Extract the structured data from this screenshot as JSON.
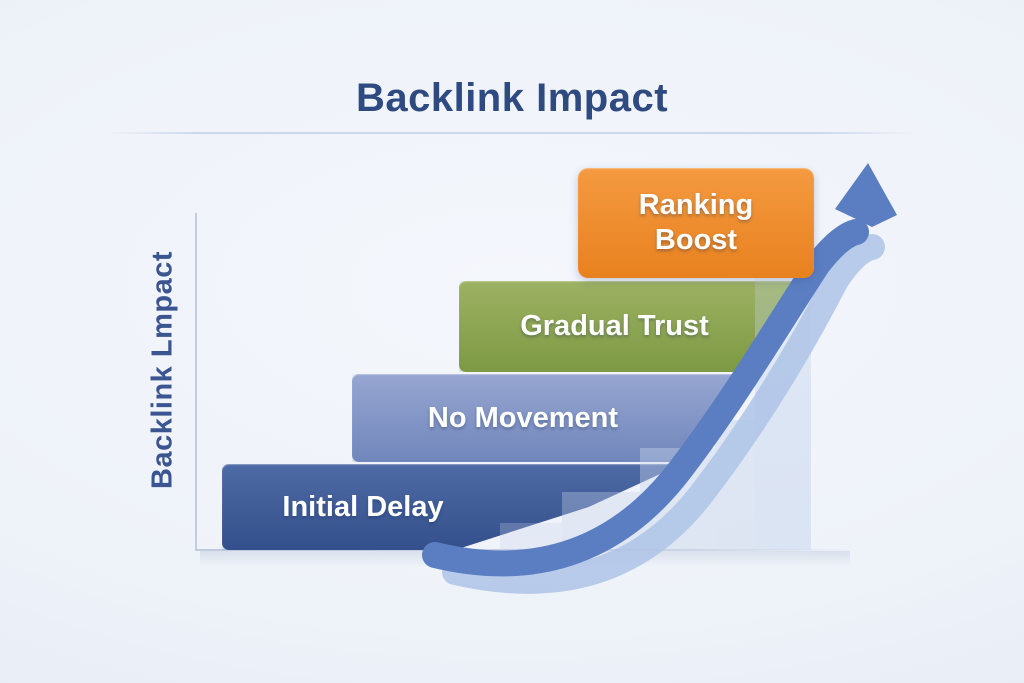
{
  "title": {
    "text": "Backlink Impact"
  },
  "y_axis": {
    "label": "Backlink Lmpact"
  },
  "steps": [
    {
      "id": "initial-delay",
      "label": "Initial Delay",
      "color_top": "#4f6ba6",
      "color_bottom": "#34508c"
    },
    {
      "id": "no-movement",
      "label": "No Movement",
      "color_top": "#97a6d1",
      "color_bottom": "#7086bb"
    },
    {
      "id": "gradual-trust",
      "label": "Gradual Trust",
      "color_top": "#9db263",
      "color_bottom": "#7d9943"
    },
    {
      "id": "ranking-boost",
      "label": "Ranking Boost",
      "color_top": "#f49a41",
      "color_bottom": "#e8811e"
    }
  ],
  "arrow": {
    "color": "#5b7ec3",
    "band_color": "#aec3e6"
  },
  "colors": {
    "background": "#eef2f9",
    "title_text": "#2e4a80",
    "axis_line": "#c2cddf",
    "divider": "#ccd7ea",
    "ghost_panel": "#c8d4ea",
    "step_text": "#ffffff"
  }
}
